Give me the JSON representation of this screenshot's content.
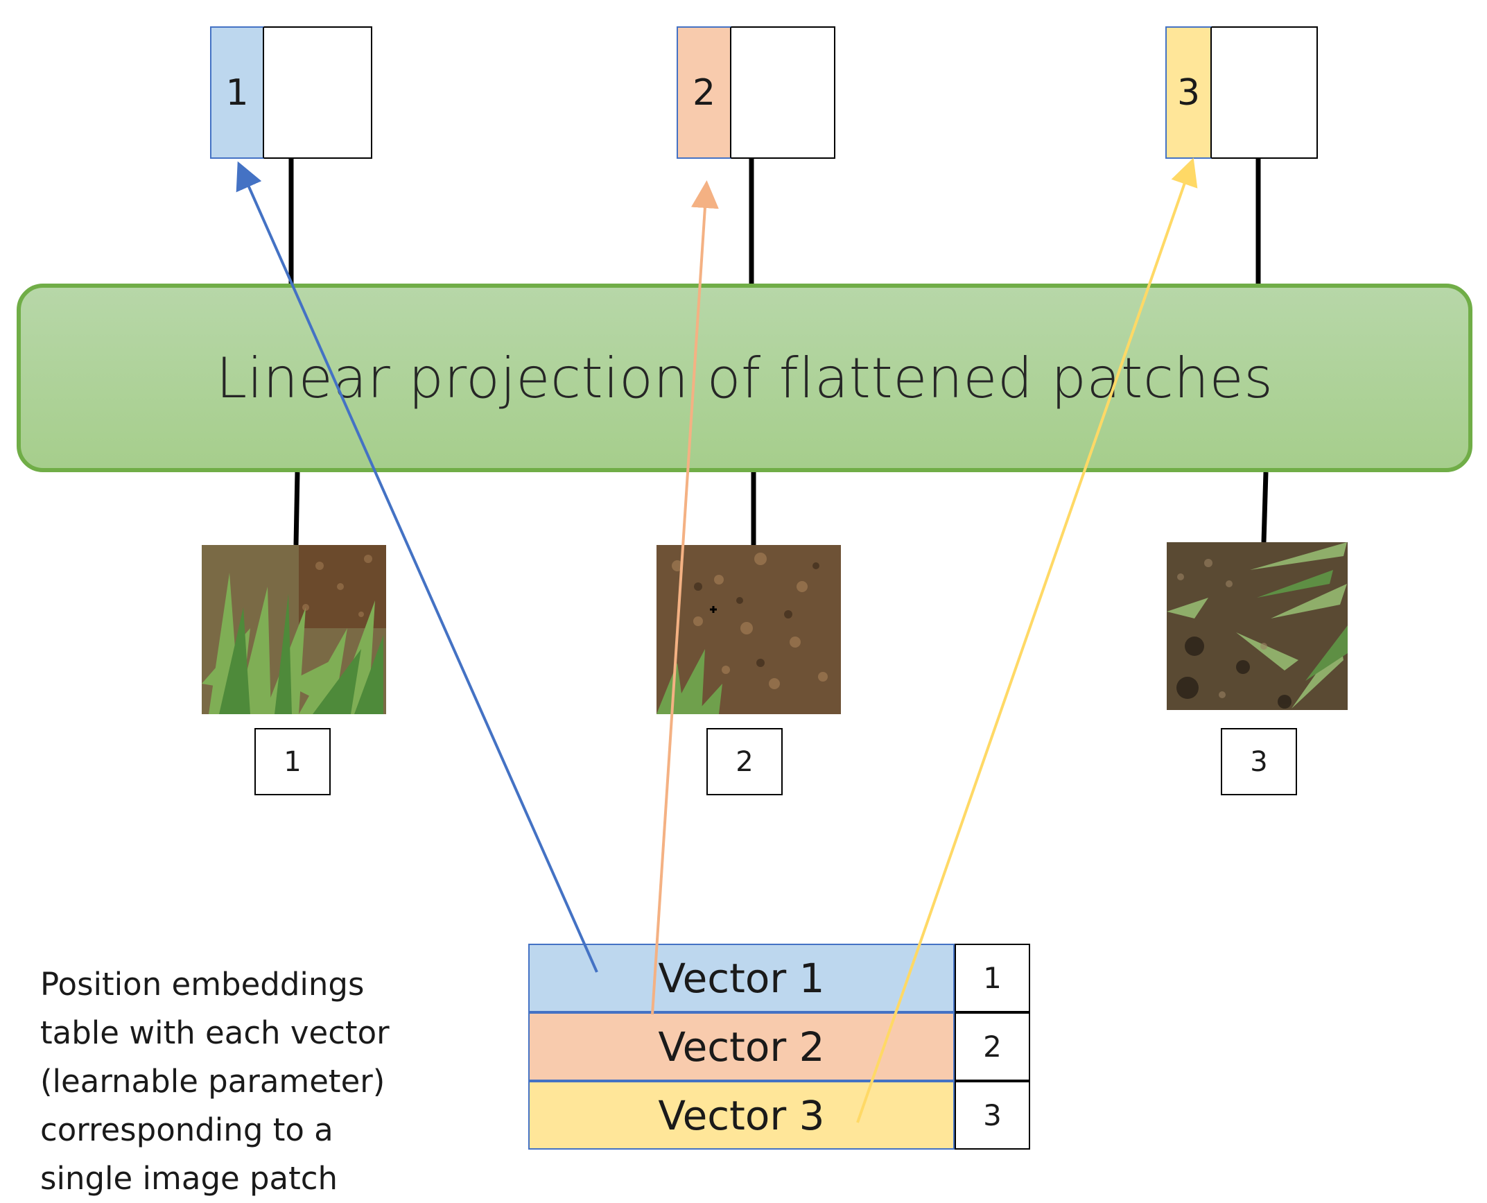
{
  "colors": {
    "vector_1": "#bdd7ee",
    "vector_2": "#f8cbad",
    "vector_3": "#ffe699",
    "arrow_1": "#4472c4",
    "arrow_2": "#f4b183",
    "arrow_3": "#ffd966",
    "projection_fill": "#a9d18e",
    "projection_border": "#70ad47"
  },
  "output_tokens": [
    "1",
    "2",
    "3"
  ],
  "projection": {
    "label": "Linear projection of flattened patches"
  },
  "patches": [
    {
      "index_label": "1",
      "content": "grass-patch-mostly-green"
    },
    {
      "index_label": "2",
      "content": "soil-patch-mostly-brown"
    },
    {
      "index_label": "3",
      "content": "soil-and-grass-patch"
    }
  ],
  "position_embeddings": {
    "rows": [
      {
        "label": "Vector 1",
        "index": "1"
      },
      {
        "label": "Vector 2",
        "index": "2"
      },
      {
        "label": "Vector 3",
        "index": "3"
      }
    ],
    "caption_lines": [
      "Position embeddings",
      "table with each vector",
      "(learnable parameter)",
      "corresponding to a",
      "single image patch"
    ]
  }
}
